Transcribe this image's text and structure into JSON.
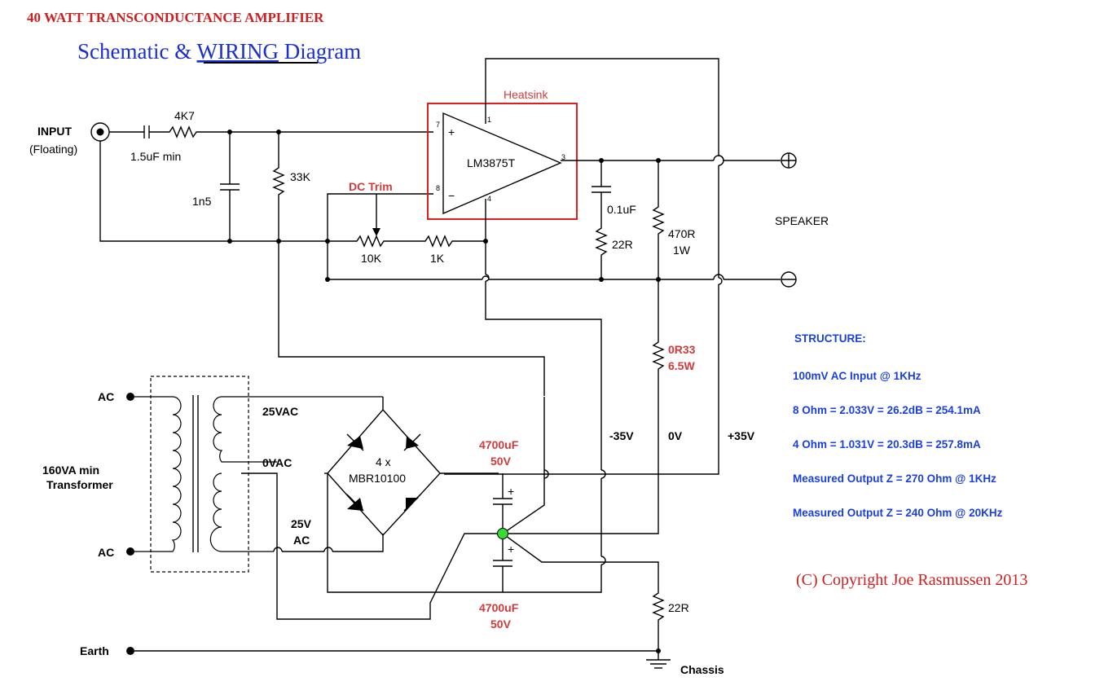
{
  "title": "40 WATT TRANSCONDUCTANCE AMPLIFIER",
  "subtitle": {
    "part1": "Schematic & ",
    "underlined": "WIRING",
    "part2": " Diagram"
  },
  "labels": {
    "input": "INPUT",
    "input_note": "(Floating)",
    "cap_input": "1.5uF min",
    "r_input": "4K7",
    "cap_1n5": "1n5",
    "r_33k": "33K",
    "dc_trim": "DC Trim",
    "pot_10k": "10K",
    "r_1k": "1K",
    "heatsink": "Heatsink",
    "ic": "LM3875T",
    "pin7": "7",
    "pin1": "1",
    "pin3": "3",
    "pin8": "8",
    "pin4": "4",
    "plus_sign": "+",
    "minus_sign": "−",
    "cap_0u1": "0.1uF",
    "r_22r_top": "22R",
    "r_470r": "470R",
    "r_470r_w": "1W",
    "speaker": "SPEAKER",
    "r_0r33": "0R33",
    "r_0r33_w": "6.5W",
    "ac_top": "AC",
    "ac_bottom": "AC",
    "transformer_line1": "160VA min",
    "transformer_line2": "Transformer",
    "v25ac": "25VAC",
    "v0ac": "0VAC",
    "v25": "25V",
    "ac_small": "AC",
    "bridge_line1": "4 x",
    "bridge_line2": "MBR10100",
    "cap_top_val": "4700uF",
    "cap_top_v": "50V",
    "cap_bot_val": "4700uF",
    "cap_bot_v": "50V",
    "neg35": "-35V",
    "zero_v": "0V",
    "pos35": "+35V",
    "r_22r_bottom": "22R",
    "earth": "Earth",
    "chassis": "Chassis"
  },
  "structure": {
    "heading": "STRUCTURE:",
    "lines": [
      "100mV AC Input @ 1KHz",
      "8 Ohm = 2.033V = 26.2dB = 254.1mA",
      "4 Ohm = 1.031V = 20.3dB = 257.8mA",
      "Measured Output Z = 270 Ohm @ 1KHz",
      "Measured Output Z = 240 Ohm @ 20KHz"
    ]
  },
  "copyright": "(C) Copyright Joe Rasmussen 2013",
  "colors": {
    "wire": "#000000",
    "title_red": "#cc1f1f",
    "subtitle_blue": "#1a2fd0",
    "note_blue": "#1a3fe0",
    "label_red": "#d23a3a",
    "heatsink_box": "#e02020",
    "star_ground": "#33dd33"
  }
}
